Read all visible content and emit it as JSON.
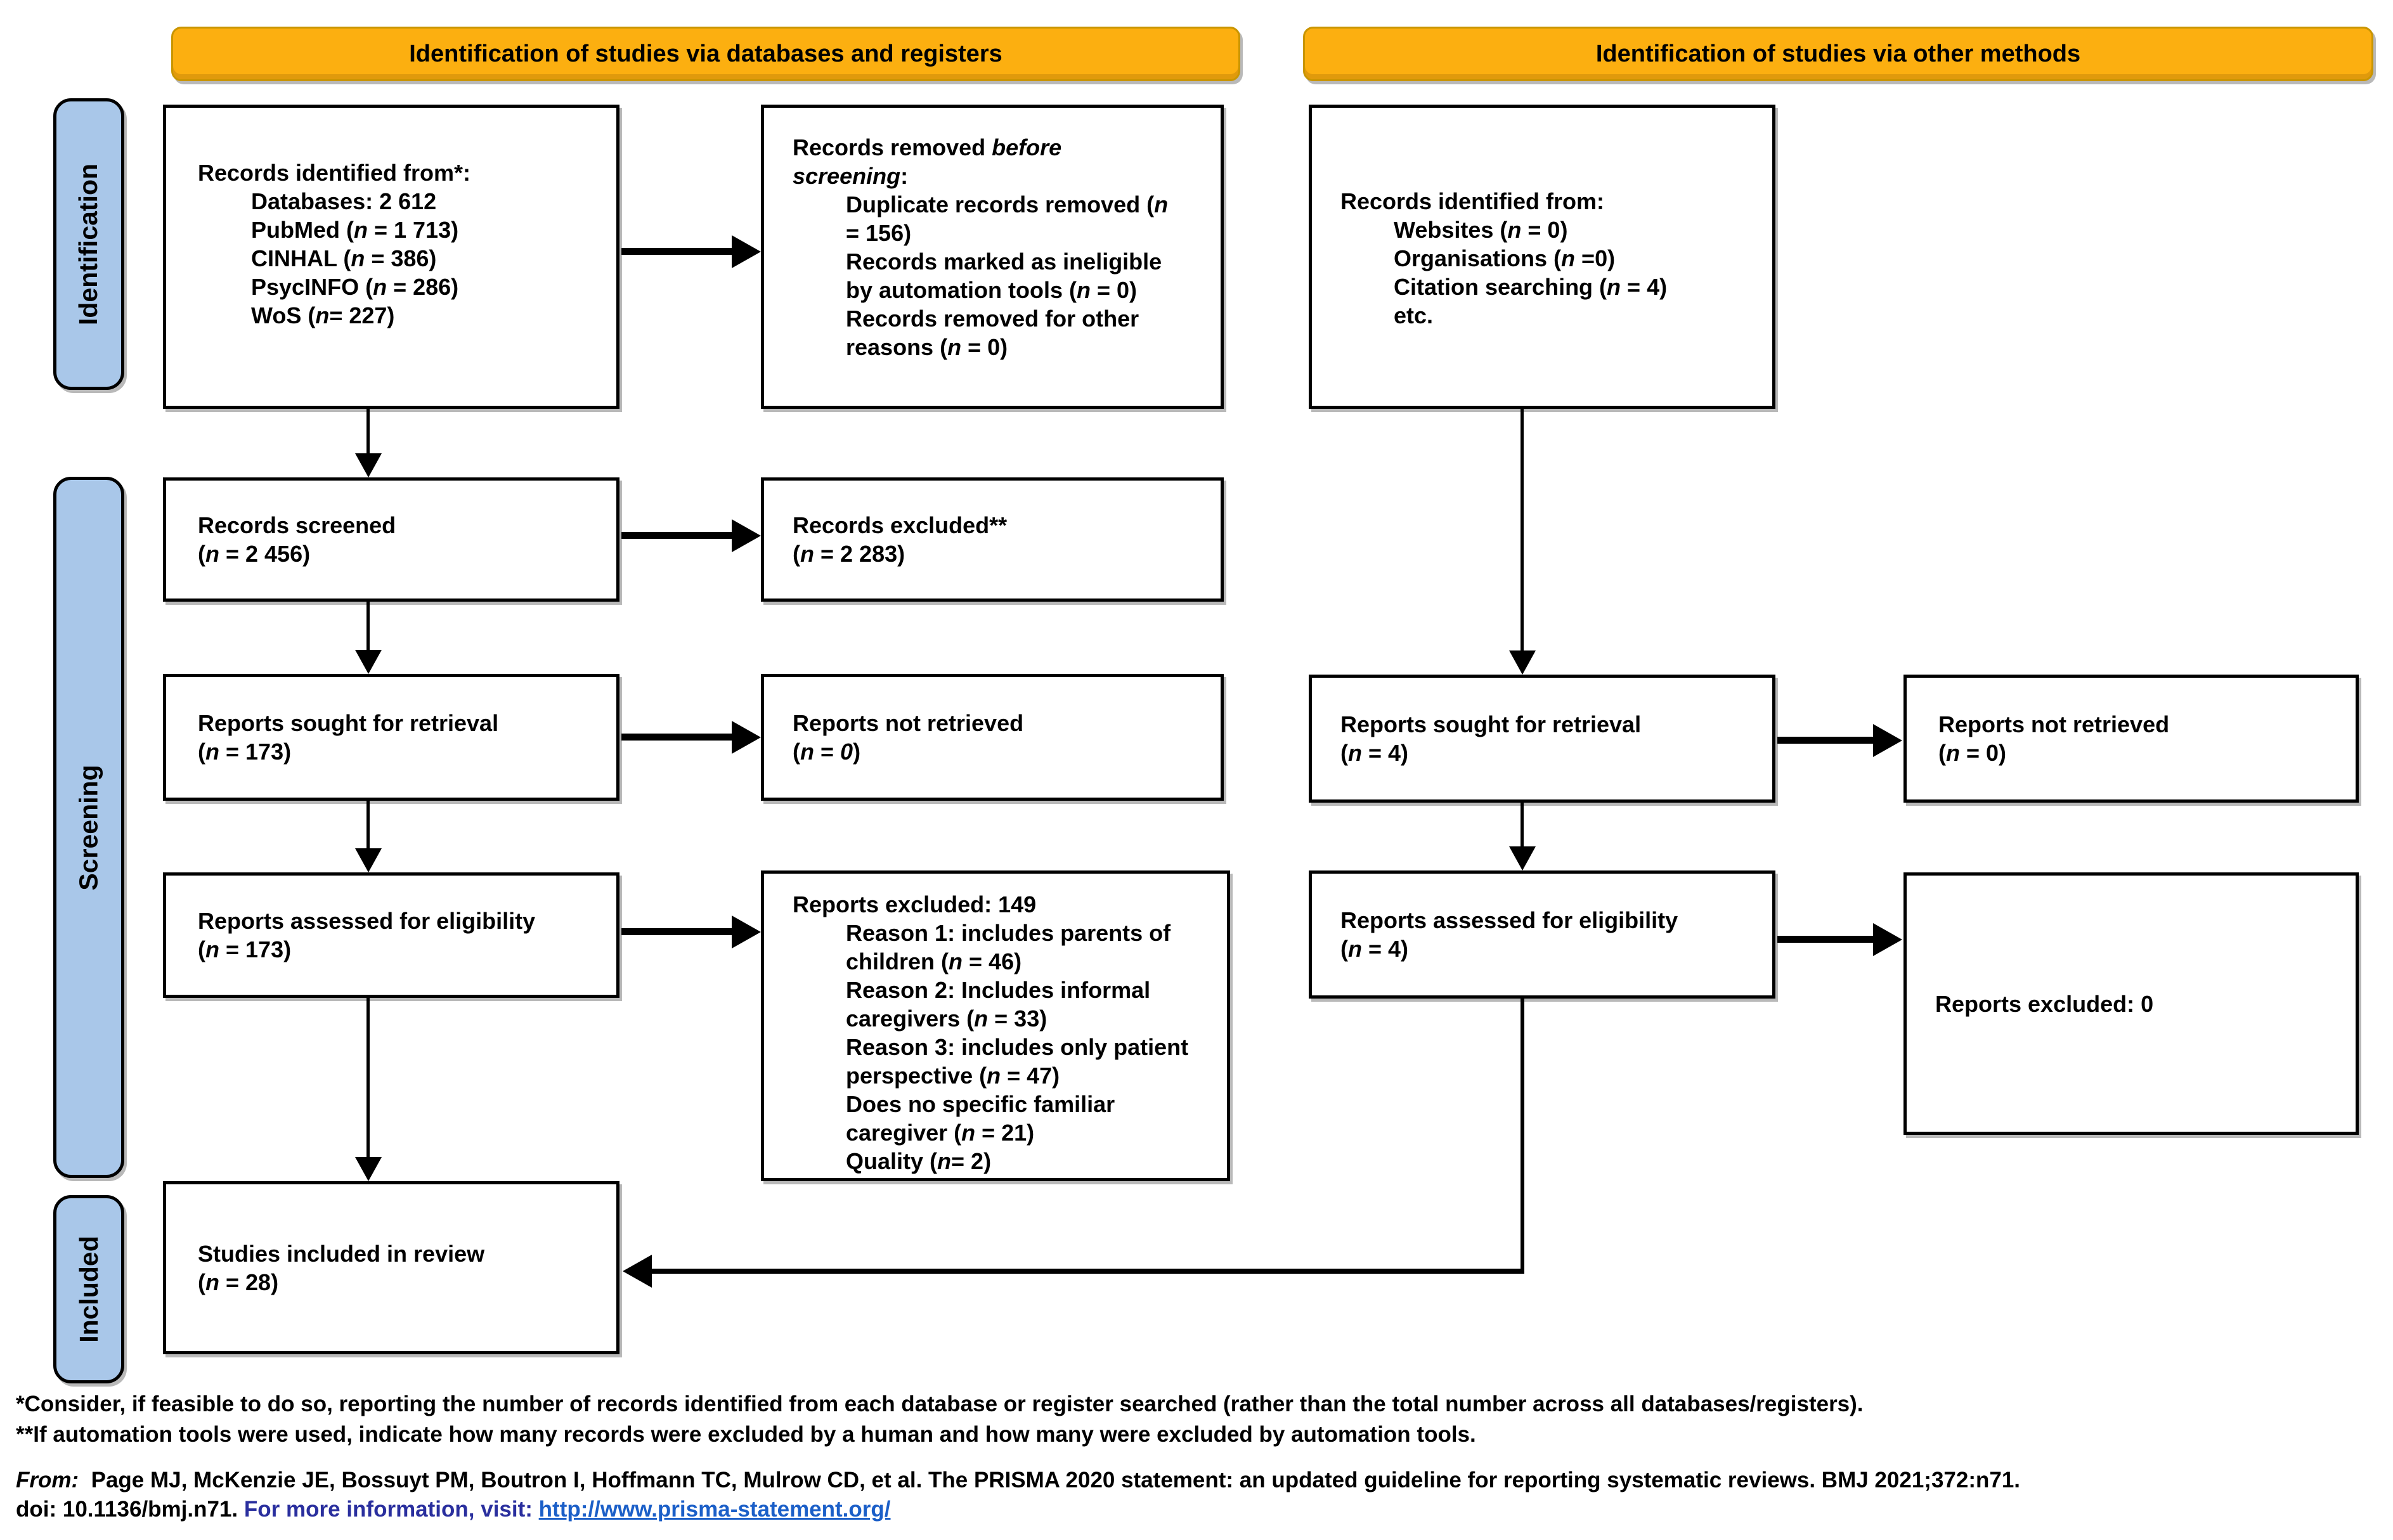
{
  "colors": {
    "header_fill": "#FCAF10",
    "header_border": "#C99500",
    "stage_bar_fill": "#A9C7E9",
    "line_color": "#000000",
    "blue_text": "#2A2F9E",
    "link_color": "#1B5FC8"
  },
  "headers": {
    "databases": "Identification of studies via databases and registers",
    "other": "Identification of studies via other methods"
  },
  "sidebar": {
    "identification": "Identification",
    "screening": "Screening",
    "included": "Included"
  },
  "boxes": {
    "records_identified_databases": {
      "lines": [
        {
          "seg": [
            {
              "t": "Records identified from*:"
            }
          ]
        },
        {
          "indent": 1,
          "seg": [
            {
              "t": "Databases: 2 612"
            }
          ]
        },
        {
          "indent": 1,
          "seg": [
            {
              "t": "PubMed ("
            },
            {
              "t": "n",
              "s": "i"
            },
            {
              "t": " = 1 713)"
            }
          ]
        },
        {
          "indent": 1,
          "seg": [
            {
              "t": "CINHAL ("
            },
            {
              "t": "n",
              "s": "i"
            },
            {
              "t": " = 386)"
            }
          ]
        },
        {
          "indent": 1,
          "seg": [
            {
              "t": "PsycINFO ("
            },
            {
              "t": "n",
              "s": "i"
            },
            {
              "t": " = 286)"
            }
          ]
        },
        {
          "indent": 1,
          "seg": [
            {
              "t": "WoS ("
            },
            {
              "t": "n",
              "s": "i"
            },
            {
              "t": "= 227)"
            }
          ]
        }
      ]
    },
    "records_removed": {
      "lines": [
        {
          "seg": [
            {
              "t": "Records removed "
            },
            {
              "t": "before",
              "s": "i"
            }
          ]
        },
        {
          "seg": [
            {
              "t": "screening",
              "s": "i"
            },
            {
              "t": ":"
            }
          ]
        },
        {
          "indent": 1,
          "seg": [
            {
              "t": "Duplicate records removed ("
            },
            {
              "t": "n",
              "s": "i"
            }
          ]
        },
        {
          "indent": 1,
          "seg": [
            {
              "t": "= 156)"
            }
          ]
        },
        {
          "indent": 1,
          "seg": [
            {
              "t": "Records marked as ineligible"
            }
          ]
        },
        {
          "indent": 1,
          "seg": [
            {
              "t": "by automation tools ("
            },
            {
              "t": "n",
              "s": "i"
            },
            {
              "t": " = 0)"
            }
          ]
        },
        {
          "indent": 1,
          "seg": [
            {
              "t": "Records removed for other"
            }
          ]
        },
        {
          "indent": 1,
          "seg": [
            {
              "t": "reasons ("
            },
            {
              "t": "n",
              "s": "i"
            },
            {
              "t": " = 0)"
            }
          ]
        }
      ]
    },
    "records_identified_other": {
      "lines": [
        {
          "seg": [
            {
              "t": "Records identified from:"
            }
          ]
        },
        {
          "indent": 1,
          "seg": [
            {
              "t": "Websites ("
            },
            {
              "t": "n",
              "s": "i"
            },
            {
              "t": " = 0)"
            }
          ]
        },
        {
          "indent": 1,
          "seg": [
            {
              "t": "Organisations ("
            },
            {
              "t": "n",
              "s": "i"
            },
            {
              "t": " =0)"
            }
          ]
        },
        {
          "indent": 1,
          "seg": [
            {
              "t": "Citation searching ("
            },
            {
              "t": "n",
              "s": "i"
            },
            {
              "t": " = 4)"
            }
          ]
        },
        {
          "indent": 1,
          "seg": [
            {
              "t": "etc."
            }
          ]
        }
      ]
    },
    "records_screened": {
      "lines": [
        {
          "seg": [
            {
              "t": "Records screened"
            }
          ]
        },
        {
          "seg": [
            {
              "t": "("
            },
            {
              "t": "n",
              "s": "i"
            },
            {
              "t": " = 2 456)"
            }
          ]
        }
      ]
    },
    "records_excluded": {
      "lines": [
        {
          "seg": [
            {
              "t": "Records excluded**"
            }
          ]
        },
        {
          "seg": [
            {
              "t": "("
            },
            {
              "t": "n",
              "s": "i"
            },
            {
              "t": " = 2 283)"
            }
          ]
        }
      ]
    },
    "reports_sought_db": {
      "lines": [
        {
          "seg": [
            {
              "t": "Reports sought for retrieval"
            }
          ]
        },
        {
          "seg": [
            {
              "t": "("
            },
            {
              "t": "n",
              "s": "i"
            },
            {
              "t": " = 173)"
            }
          ]
        }
      ]
    },
    "reports_not_retrieved_db": {
      "lines": [
        {
          "seg": [
            {
              "t": "Reports not retrieved"
            }
          ]
        },
        {
          "seg": [
            {
              "t": "("
            },
            {
              "t": "n",
              "s": "i"
            },
            {
              "t": " = "
            },
            {
              "t": "0",
              "s": "i"
            },
            {
              "t": ")"
            }
          ]
        }
      ]
    },
    "reports_sought_other": {
      "lines": [
        {
          "seg": [
            {
              "t": "Reports sought for retrieval"
            }
          ]
        },
        {
          "seg": [
            {
              "t": "("
            },
            {
              "t": "n",
              "s": "i"
            },
            {
              "t": " = 4)"
            }
          ]
        }
      ]
    },
    "reports_not_retrieved_other": {
      "lines": [
        {
          "seg": [
            {
              "t": "Reports not retrieved"
            }
          ]
        },
        {
          "seg": [
            {
              "t": "("
            },
            {
              "t": "n",
              "s": "i"
            },
            {
              "t": " = 0)"
            }
          ]
        }
      ]
    },
    "reports_assessed_db": {
      "lines": [
        {
          "seg": [
            {
              "t": "Reports assessed for eligibility"
            }
          ]
        },
        {
          "seg": [
            {
              "t": "("
            },
            {
              "t": "n",
              "s": "i"
            },
            {
              "t": " = 173)"
            }
          ]
        }
      ]
    },
    "reports_excluded_reasons": {
      "lines": [
        {
          "seg": [
            {
              "t": "Reports excluded: 149"
            }
          ]
        },
        {
          "indent": 1,
          "seg": [
            {
              "t": "Reason 1: includes parents of"
            }
          ]
        },
        {
          "indent": 1,
          "seg": [
            {
              "t": "children ("
            },
            {
              "t": "n",
              "s": "i"
            },
            {
              "t": " = 46)"
            }
          ]
        },
        {
          "indent": 1,
          "seg": [
            {
              "t": "Reason 2: Includes informal"
            }
          ]
        },
        {
          "indent": 1,
          "seg": [
            {
              "t": "caregivers ("
            },
            {
              "t": "n",
              "s": "i"
            },
            {
              "t": " = 33)"
            }
          ]
        },
        {
          "indent": 1,
          "seg": [
            {
              "t": "Reason 3: includes only patient"
            }
          ]
        },
        {
          "indent": 1,
          "seg": [
            {
              "t": "perspective ("
            },
            {
              "t": "n",
              "s": "i"
            },
            {
              "t": " = 47)"
            }
          ]
        },
        {
          "indent": 1,
          "seg": [
            {
              "t": "Does no specific familiar"
            }
          ]
        },
        {
          "indent": 1,
          "seg": [
            {
              "t": "caregiver ("
            },
            {
              "t": "n",
              "s": "i"
            },
            {
              "t": " = 21)"
            }
          ]
        },
        {
          "indent": 1,
          "seg": [
            {
              "t": "Quality ("
            },
            {
              "t": "n",
              "s": "i"
            },
            {
              "t": "= 2)"
            }
          ]
        }
      ]
    },
    "reports_assessed_other": {
      "lines": [
        {
          "seg": [
            {
              "t": "Reports assessed for eligibility"
            }
          ]
        },
        {
          "seg": [
            {
              "t": "("
            },
            {
              "t": "n",
              "s": "i"
            },
            {
              "t": " = 4)"
            }
          ]
        }
      ]
    },
    "reports_excluded_other": {
      "lines": [
        {
          "seg": [
            {
              "t": "Reports excluded: 0"
            }
          ]
        }
      ]
    },
    "studies_included": {
      "lines": [
        {
          "seg": [
            {
              "t": "Studies included in review"
            }
          ]
        },
        {
          "seg": [
            {
              "t": "("
            },
            {
              "t": "n",
              "s": "i"
            },
            {
              "t": " = 28)"
            }
          ]
        }
      ]
    }
  },
  "footnotes": {
    "line1": "*Consider, if feasible to do so, reporting the number of records identified from each database or register searched (rather than the total number across all databases/registers).",
    "line2": "**If automation tools were used, indicate how many records were excluded by a human and how many were excluded by automation tools."
  },
  "citation": {
    "lines": [
      {
        "seg": [
          {
            "t": "From:",
            "s": "i"
          },
          {
            "t": "  Page MJ, McKenzie JE, Bossuyt PM, Boutron I, Hoffmann TC, Mulrow CD, et al. The PRISMA 2020 statement: an updated guideline for reporting systematic reviews. BMJ 2021;372:n71."
          }
        ]
      },
      {
        "seg": [
          {
            "t": "doi: 10.1136/bmj.n71. "
          },
          {
            "t": "For more information, visit: ",
            "s": "blue"
          },
          {
            "t": "http://www.prisma-statement.org/",
            "s": "link",
            "name": "prisma-statement-link",
            "interactable": true
          }
        ]
      }
    ]
  }
}
